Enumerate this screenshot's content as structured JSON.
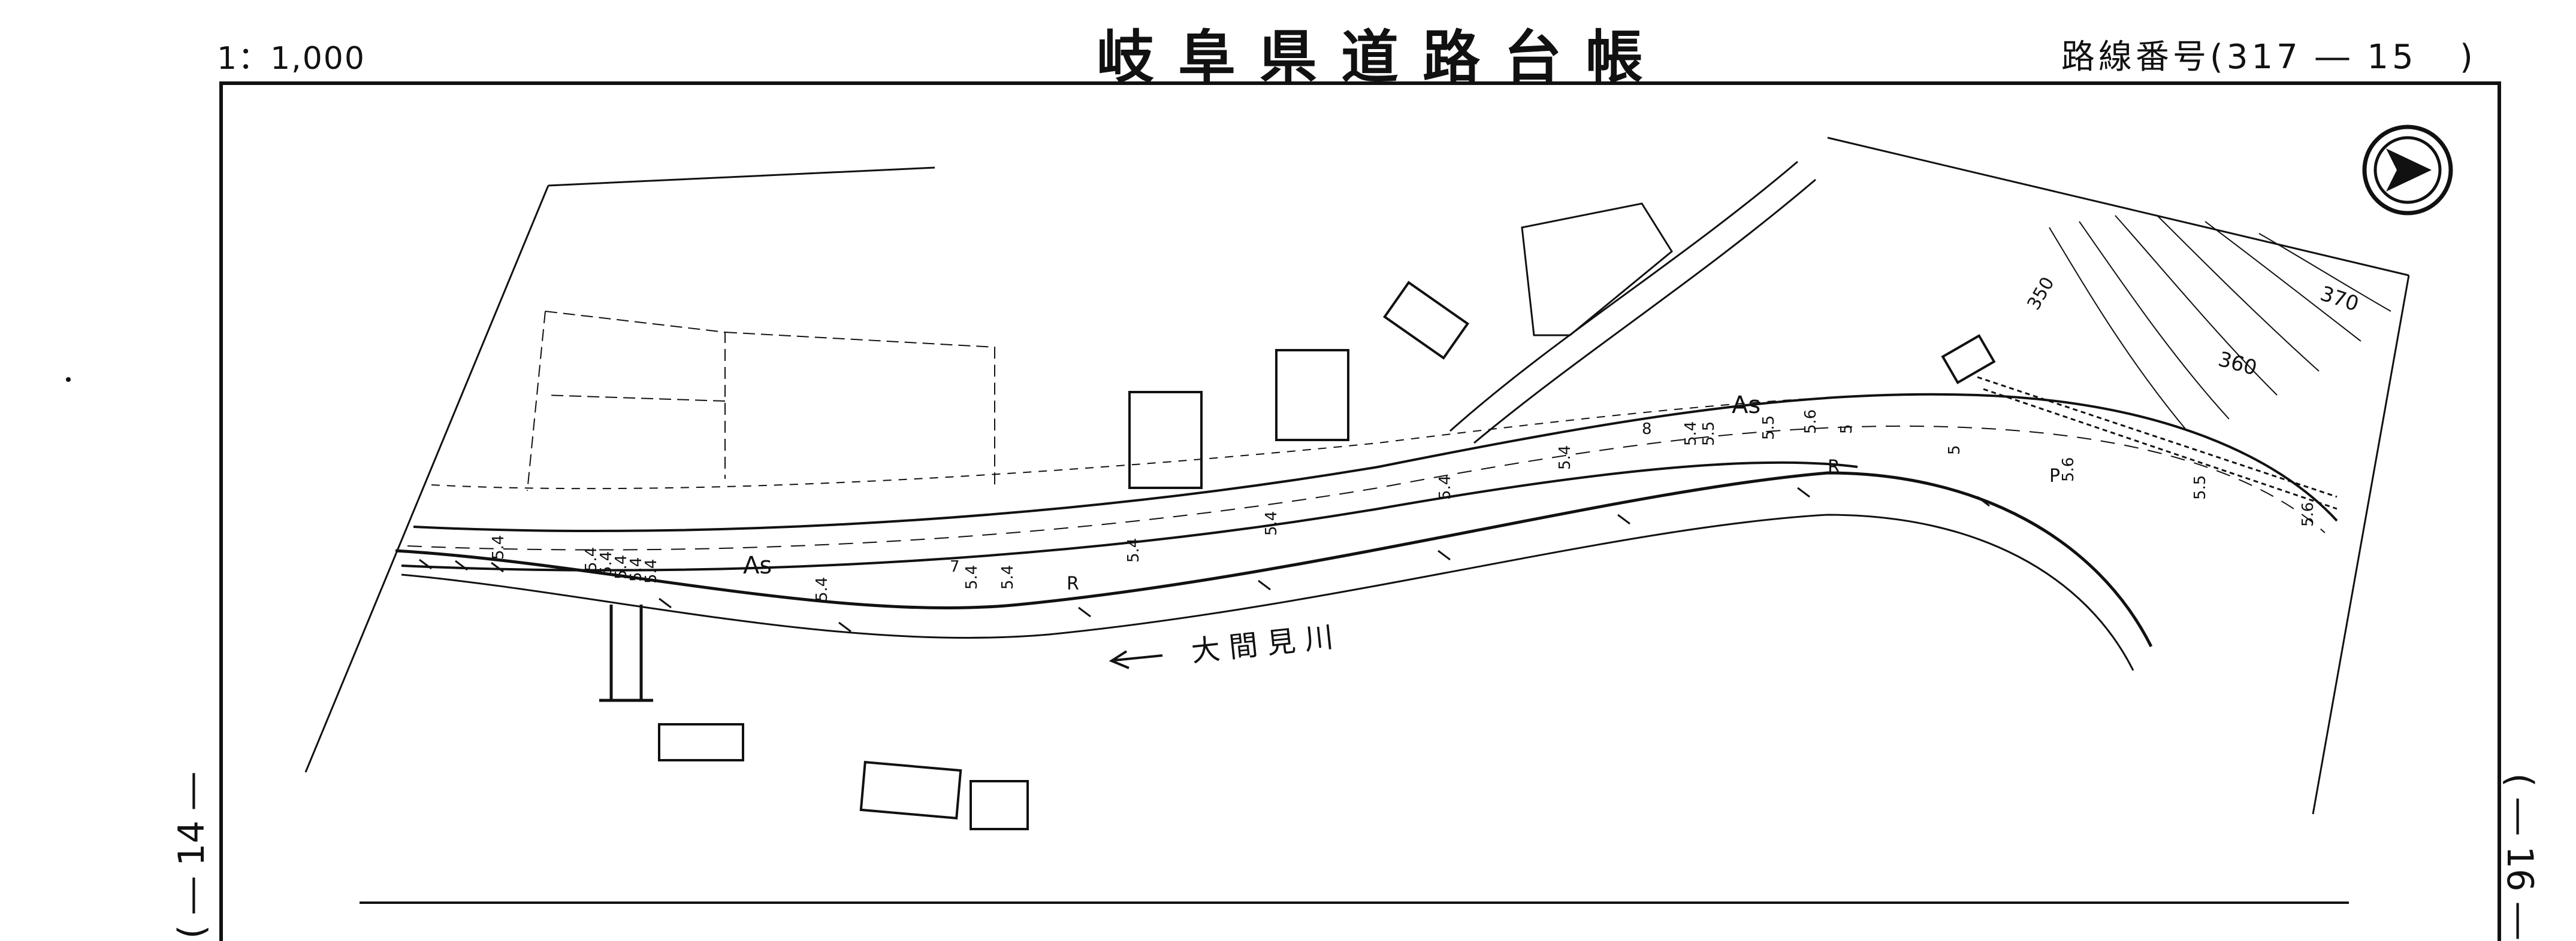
{
  "header": {
    "scale": "1：1,000",
    "title": "岐阜県道路台帳",
    "route_label": "路線番号",
    "route_number": "317 ― 15"
  },
  "side": {
    "left_page": "( ― 14 ―",
    "right_page": "( ― 16 ―"
  },
  "map": {
    "river_name": "大 間 見 川",
    "surface_labels": [
      "As",
      "As"
    ],
    "width_labels": [
      "5.4",
      "5.4",
      "5.4",
      "5.4",
      "5.4",
      "5.4",
      "5.4",
      "7",
      "5.4",
      "5.4",
      "5.4",
      "5.4",
      "5.4",
      "5.4",
      "8",
      "5.4",
      "5.5",
      "5.5",
      "5.6",
      "5",
      "5",
      "5.6",
      "5.5",
      "5.6"
    ],
    "contour_labels": [
      "370",
      "360",
      "350"
    ],
    "misc_labels": [
      "R",
      "R",
      "P"
    ],
    "colors": {
      "ink": "#111111",
      "paper": "#ffffff"
    }
  }
}
